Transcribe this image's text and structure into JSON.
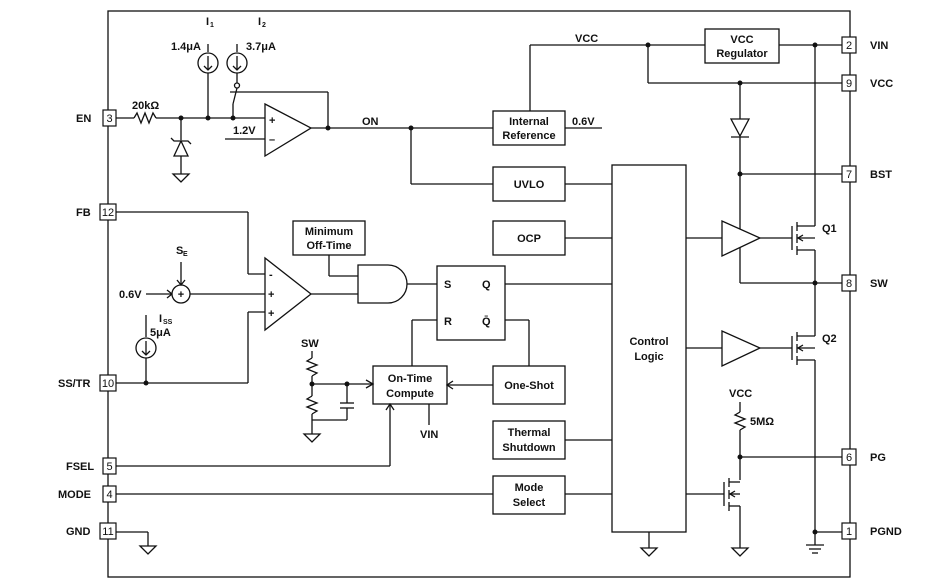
{
  "pins": {
    "en": {
      "name": "EN",
      "num": "3"
    },
    "fb": {
      "name": "FB",
      "num": "12"
    },
    "sstr": {
      "name": "SS/TR",
      "num": "10"
    },
    "fsel": {
      "name": "FSEL",
      "num": "5"
    },
    "mode": {
      "name": "MODE",
      "num": "4"
    },
    "gnd": {
      "name": "GND",
      "num": "11"
    },
    "vin": {
      "name": "VIN",
      "num": "2"
    },
    "vcc": {
      "name": "VCC",
      "num": "9"
    },
    "bst": {
      "name": "BST",
      "num": "7"
    },
    "sw": {
      "name": "SW",
      "num": "8"
    },
    "pg": {
      "name": "PG",
      "num": "6"
    },
    "pgnd": {
      "name": "PGND",
      "num": "1"
    }
  },
  "blocks": {
    "vcc_regulator": [
      "VCC",
      "Regulator"
    ],
    "internal_reference": [
      "Internal",
      "Reference"
    ],
    "uvlo": "UVLO",
    "ocp": "OCP",
    "minimum_off_time": [
      "Minimum",
      "Off-Time"
    ],
    "on_time_compute": [
      "On-Time",
      "Compute"
    ],
    "one_shot": "One-Shot",
    "thermal_shutdown": [
      "Thermal",
      "Shutdown"
    ],
    "mode_select": [
      "Mode",
      "Select"
    ],
    "control_logic": [
      "Control",
      "Logic"
    ]
  },
  "labels": {
    "i1_name": "I",
    "i1_sub": "1",
    "i1_value": "1.4μA",
    "i2_name": "I",
    "i2_sub": "2",
    "i2_value": "3.7μA",
    "r_en": "20kΩ",
    "vref_en": "1.2V",
    "on": "ON",
    "vcc_net": "VCC",
    "ref_out": "0.6V",
    "vref_fb": "0.6V",
    "se_name": "S",
    "se_sub": "E",
    "iss_name": "I",
    "iss_sub": "SS",
    "iss_value": "5μA",
    "sw_net": "SW",
    "vin_net": "VIN",
    "vcc_pg": "VCC",
    "r_pg": "5MΩ",
    "q1": "Q1",
    "q2": "Q2",
    "latch_s": "S",
    "latch_r": "R",
    "latch_q": "Q",
    "latch_qbar": "Q̄",
    "amp_minus": "-",
    "amp_plus": "+",
    "comp_plus": "+",
    "comp_minus": "–"
  }
}
